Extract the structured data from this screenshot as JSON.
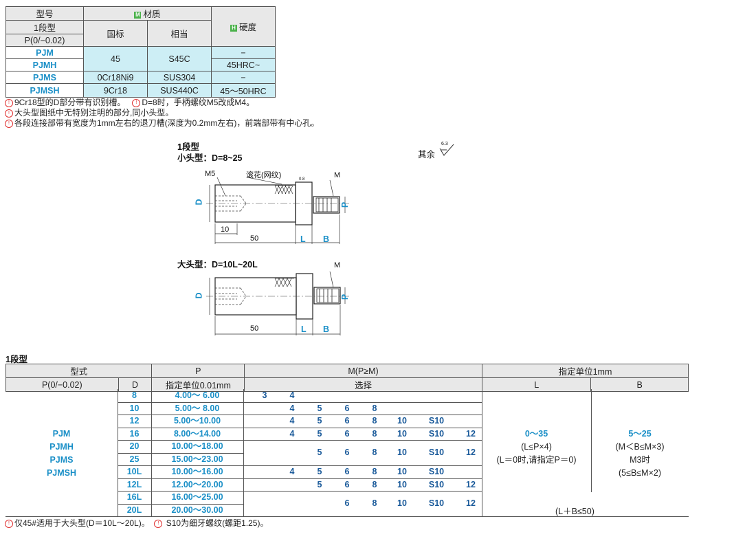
{
  "material_table": {
    "h_model": "型号",
    "h_material": "材质",
    "h_material_icon": "M",
    "h_hardness": "硬度",
    "h_hardness_icon": "H",
    "h_type": "1段型",
    "h_p": "P(0/−0.02)",
    "h_gb": "国标",
    "h_equiv": "相当",
    "rows": [
      {
        "model": "PJM",
        "gb": "45",
        "equiv": "S45C",
        "hardness": "−"
      },
      {
        "model": "PJMH",
        "hardness": "45HRC~"
      },
      {
        "model": "PJMS",
        "gb": "0Cr18Ni9",
        "equiv": "SUS304",
        "hardness": "−"
      },
      {
        "model": "PJMSH",
        "gb": "9Cr18",
        "equiv": "SUS440C",
        "hardness": "45～50HRC"
      }
    ]
  },
  "notes_top": [
    [
      "9Cr18型的D部分带有识别槽。",
      "D=8时，手柄螺纹M5改成M4。"
    ],
    [
      "大头型图纸中无特别注明的部分,同小头型。"
    ],
    [
      "各段连接部带有宽度为1mm左右的退刀槽(深度为0.2mm左右)，前端部带有中心孔。"
    ]
  ],
  "diagram": {
    "title1": "1段型",
    "title2": "小头型：D=8~25",
    "rest_label": "其余",
    "rest_value": "6.3",
    "m5": "M5",
    "knurl": "滚花(网纹)",
    "rough": "0.8",
    "m": "M",
    "d": "D",
    "p": "P",
    "dim10": "10",
    "dim50": "50",
    "l": "L",
    "b": "B",
    "title3": "大头型：D=10L~20L"
  },
  "spec_title": "1段型",
  "spec_table": {
    "h_type": "型式",
    "h_p": "P",
    "h_m": "M(P≥M)",
    "h_unit": "指定单位1mm",
    "h_p002": "P(0/−0.02)",
    "h_d": "D",
    "h_p_unit": "指定单位0.01mm",
    "h_select": "选择",
    "h_l": "L",
    "h_b": "B",
    "models": [
      "PJM",
      "PJMH",
      "PJMS",
      "PJMSH"
    ],
    "rows": [
      {
        "d": "8",
        "p": "4.00～ 6.00",
        "m": [
          "3",
          "4",
          "",
          "",
          "",
          "",
          "",
          ""
        ]
      },
      {
        "d": "10",
        "p": "5.00～ 8.00",
        "m": [
          "",
          "4",
          "5",
          "6",
          "8",
          "",
          "",
          ""
        ]
      },
      {
        "d": "12",
        "p": "5.00～10.00",
        "m": [
          "",
          "4",
          "5",
          "6",
          "8",
          "10",
          "S10",
          ""
        ]
      },
      {
        "d": "16",
        "p": "8.00～14.00",
        "m": [
          "",
          "4",
          "5",
          "6",
          "8",
          "10",
          "S10",
          "12"
        ]
      },
      {
        "d": "20",
        "p": "10.00～18.00",
        "m": []
      },
      {
        "d": "25",
        "p": "15.00～23.00",
        "m": []
      },
      {
        "d": "10L",
        "p": "10.00～16.00",
        "m": [
          "",
          "4",
          "5",
          "6",
          "8",
          "10",
          "S10",
          ""
        ]
      },
      {
        "d": "12L",
        "p": "12.00～20.00",
        "m": [
          "",
          "",
          "5",
          "6",
          "8",
          "10",
          "S10",
          "12"
        ]
      },
      {
        "d": "16L",
        "p": "16.00～25.00",
        "m": []
      },
      {
        "d": "20L",
        "p": "20.00～30.00",
        "m": []
      }
    ],
    "merged_m_20_25": [
      "5",
      "6",
      "8",
      "10",
      "S10",
      "12"
    ],
    "merged_m_16L_20L": [
      "6",
      "8",
      "10",
      "S10",
      "12"
    ],
    "l_range": "0～35",
    "l_note1": "(L≤P×4)",
    "l_note2": "(L＝0时,请指定P＝0)",
    "b_range": "5～25",
    "b_note1": "(M＜B≤M×3)",
    "b_note2": "M3时",
    "b_note3": "(5≤B≤M×2)",
    "lb_note": "(L＋B≤50)"
  },
  "notes_bottom": [
    "仅45#适用于大头型(D＝10L～20L)。",
    "S10为细牙螺纹(螺距1.25)。"
  ]
}
